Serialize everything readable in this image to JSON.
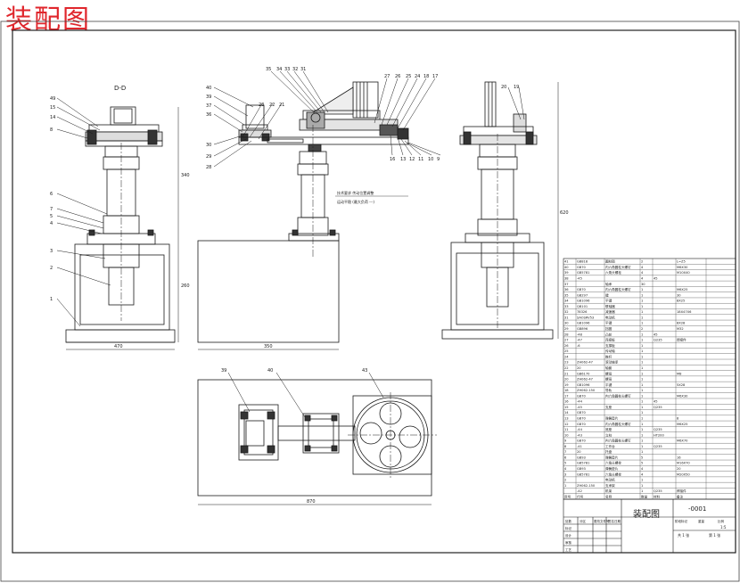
{
  "header": {
    "title": "装配图"
  },
  "views": {
    "left_section_label": "D-D",
    "note_line1": "技术要求 传动位置调整",
    "note_line2": "运动平稳 (最大负荷 ---)"
  },
  "dimensions": {
    "left_width": "470",
    "left_height_upper": "340",
    "left_height_lower": "260",
    "middle_width": "350",
    "right_height": "620",
    "plan_width": "870"
  },
  "balloons": {
    "left": [
      "49",
      "15",
      "14",
      "8",
      "6",
      "7",
      "5",
      "4",
      "3",
      "2",
      "1"
    ],
    "middle_top": [
      "35",
      "34",
      "33",
      "32",
      "31",
      "23",
      "22",
      "21"
    ],
    "middle_left": [
      "40",
      "39",
      "37",
      "36",
      "30",
      "29",
      "28"
    ],
    "middle_right": [
      "27",
      "26",
      "25",
      "24",
      "18",
      "17",
      "16",
      "13",
      "12",
      "11",
      "10",
      "9"
    ],
    "right": [
      "20",
      "19"
    ],
    "plan": [
      "39",
      "40",
      "43"
    ]
  },
  "bom": {
    "rows": [
      {
        "no": "41",
        "code": "GB818",
        "name": "圆柱销",
        "qty": "2",
        "mat": "",
        "note": "L=Z5"
      },
      {
        "no": "40",
        "code": "GB70",
        "name": "内六角圆柱头螺钉",
        "qty": "4",
        "mat": "",
        "note": "M6X30"
      },
      {
        "no": "39",
        "code": "GB5781",
        "name": "六角头螺栓",
        "qty": "4",
        "mat": "",
        "note": "M10X40"
      },
      {
        "no": "38",
        "code": "-45",
        "name": "",
        "qty": "4",
        "mat": "45",
        "note": ""
      },
      {
        "no": "37",
        "code": "",
        "name": "轴承",
        "qty": "30",
        "mat": "",
        "note": ""
      },
      {
        "no": "36",
        "code": "GB70",
        "name": "内六角圆柱头螺钉",
        "qty": "1",
        "mat": "",
        "note": "M6X25"
      },
      {
        "no": "35",
        "code": "GB297",
        "name": "键",
        "qty": "1",
        "mat": "",
        "note": "30"
      },
      {
        "no": "34",
        "code": "GB1096",
        "name": "平键",
        "qty": "1",
        "mat": "",
        "note": "8X25"
      },
      {
        "no": "33",
        "code": "QB101",
        "name": "联轴器",
        "qty": "1",
        "mat": "",
        "note": ""
      },
      {
        "no": "32",
        "code": "78326",
        "name": "减速器",
        "qty": "1",
        "mat": "",
        "note": "18X47X6"
      },
      {
        "no": "31",
        "code": "SAOSRV53",
        "name": "电动机",
        "qty": "1",
        "mat": "",
        "note": ""
      },
      {
        "no": "30",
        "code": "GB1096",
        "name": "平键",
        "qty": "1",
        "mat": "",
        "note": "8X28"
      },
      {
        "no": "29",
        "code": "GB896",
        "name": "挡圈",
        "qty": "2",
        "mat": "",
        "note": "M32"
      },
      {
        "no": "28",
        "code": "-48",
        "name": "凸轮",
        "qty": "1",
        "mat": "45",
        "note": ""
      },
      {
        "no": "27",
        "code": "-47",
        "name": "连接板",
        "qty": "1",
        "mat": "Q235",
        "note": "焊接件"
      },
      {
        "no": "26",
        "code": "-6",
        "name": "支撑板",
        "qty": "1",
        "mat": "",
        "note": ""
      },
      {
        "no": "25",
        "code": "",
        "name": "传动轴",
        "qty": "1",
        "mat": "",
        "note": ""
      },
      {
        "no": "24",
        "code": "",
        "name": "推杆",
        "qty": "1",
        "mat": "",
        "note": ""
      },
      {
        "no": "23",
        "code": "ZH062-47",
        "name": "滚动轴承",
        "qty": "1",
        "mat": "",
        "note": ""
      },
      {
        "no": "22",
        "code": "20",
        "name": "轴套",
        "qty": "1",
        "mat": "",
        "note": ""
      },
      {
        "no": "21",
        "code": "GB6170",
        "name": "螺母",
        "qty": "1",
        "mat": "",
        "note": "M8"
      },
      {
        "no": "20",
        "code": "ZH062-47",
        "name": "螺母",
        "qty": "1",
        "mat": "",
        "note": ""
      },
      {
        "no": "19",
        "code": "GB1096",
        "name": "平键",
        "qty": "1",
        "mat": "",
        "note": "5X28"
      },
      {
        "no": "18",
        "code": "ZH062-150",
        "name": "导轨",
        "qty": "1",
        "mat": "",
        "note": ""
      },
      {
        "no": "17",
        "code": "GB70",
        "name": "内六角圆柱头螺钉",
        "qty": "1",
        "mat": "",
        "note": "M6X30"
      },
      {
        "no": "16",
        "code": "-44",
        "name": "",
        "qty": "1",
        "mat": "45",
        "note": ""
      },
      {
        "no": "15",
        "code": "-45",
        "name": "支座",
        "qty": "1",
        "mat": "Q235",
        "note": ""
      },
      {
        "no": "14",
        "code": "GB70",
        "name": "",
        "qty": "1",
        "mat": "",
        "note": ""
      },
      {
        "no": "13",
        "code": "GB70",
        "name": "弹簧垫片",
        "qty": "1",
        "mat": "",
        "note": "8"
      },
      {
        "no": "12",
        "code": "GB70",
        "name": "内六角圆柱头螺钉",
        "qty": "1",
        "mat": "",
        "note": "M6X25"
      },
      {
        "no": "11",
        "code": "-44",
        "name": "底座",
        "qty": "1",
        "mat": "Q235",
        "note": ""
      },
      {
        "no": "10",
        "code": "-43",
        "name": "立柱",
        "qty": "1",
        "mat": "HT200",
        "note": ""
      },
      {
        "no": "9",
        "code": "GB70",
        "name": "内六角圆柱头螺钉",
        "qty": "1",
        "mat": "",
        "note": "M6X70"
      },
      {
        "no": "8",
        "code": "-41",
        "name": "工作台",
        "qty": "1",
        "mat": "Q235",
        "note": ""
      },
      {
        "no": "7",
        "code": "20",
        "name": "托盘",
        "qty": "1",
        "mat": "",
        "note": ""
      },
      {
        "no": "6",
        "code": "GB93",
        "name": "弹簧垫片",
        "qty": "5",
        "mat": "",
        "note": "16"
      },
      {
        "no": "5",
        "code": "GB5781",
        "name": "六角头螺栓",
        "qty": "5",
        "mat": "",
        "note": "M16X70"
      },
      {
        "no": "4",
        "code": "GB93",
        "name": "弹簧垫片",
        "qty": "4",
        "mat": "",
        "note": "20"
      },
      {
        "no": "3",
        "code": "GB5781",
        "name": "六角头螺栓",
        "qty": "4",
        "mat": "",
        "note": "M20X50"
      },
      {
        "no": "2",
        "code": "",
        "name": "电动机",
        "qty": "1",
        "mat": "",
        "note": ""
      },
      {
        "no": "1",
        "code": "ZH062-150",
        "name": "支承架",
        "qty": "1",
        "mat": "",
        "note": ""
      },
      {
        "no": "",
        "code": "-42",
        "name": "机架",
        "qty": "1",
        "mat": "Q235",
        "note": "焊接件"
      }
    ],
    "header": {
      "no": "序号",
      "code": "代号",
      "name": "名称",
      "qty": "数量",
      "mat": "材料",
      "note": "备注"
    }
  },
  "titleblock": {
    "drawing_no": "-0001",
    "drawing_name": "装配图",
    "row_labels": [
      "标记",
      "设计",
      "审核",
      "工艺"
    ],
    "head_labels": [
      "处数",
      "分区",
      "更改文件号",
      "签名",
      "日期"
    ],
    "stage_labels": [
      "阶段标记",
      "重量",
      "比例"
    ],
    "scale": "1:5",
    "sheet": "共 1 张",
    "sheet2": "第 1 张"
  },
  "colors": {
    "line": "#1a1a1a",
    "title_red": "#e0262c",
    "border": "#222222"
  }
}
